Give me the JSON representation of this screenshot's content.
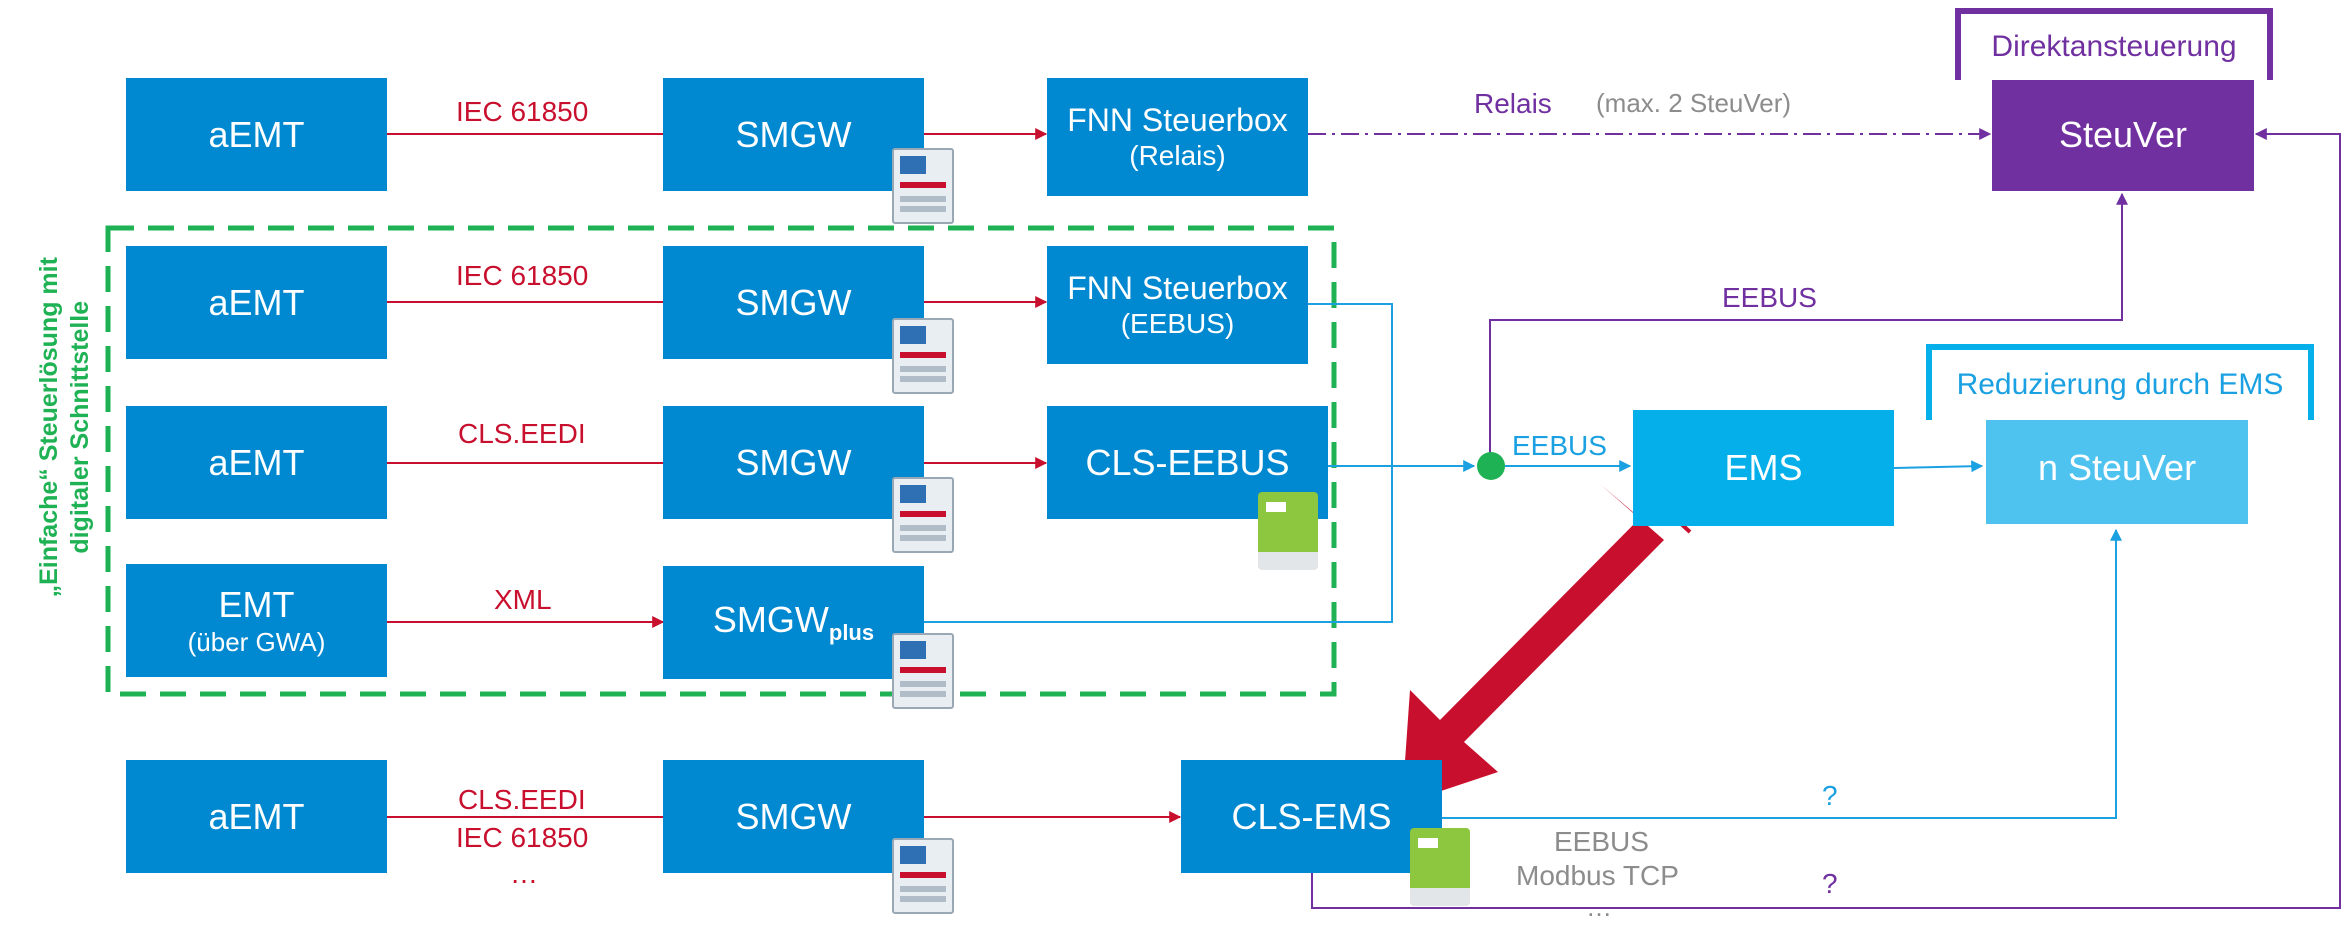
{
  "boxes": {
    "aemt_1": "aEMT",
    "aemt_2": "aEMT",
    "aemt_3": "aEMT",
    "emt_4_line1": "EMT",
    "emt_4_line2": "(über GWA)",
    "aemt_5": "aEMT",
    "smgw_1": "SMGW",
    "smgw_2": "SMGW",
    "smgw_3": "SMGW",
    "smgw_4_main": "SMGW",
    "smgw_4_sub": "plus",
    "smgw_5": "SMGW",
    "fnn_relais_line1": "FNN Steuerbox",
    "fnn_relais_line2": "(Relais)",
    "fnn_eebus_line1": "FNN Steuerbox",
    "fnn_eebus_line2": "(EEBUS)",
    "cls_eebus": "CLS-EEBUS",
    "cls_ems": "CLS-EMS",
    "ems": "EMS",
    "steuver": "SteuVer",
    "n_steuver": "n SteuVer"
  },
  "frames": {
    "direktansteuerung": "Direktansteuerung",
    "reduzierung": "Reduzierung durch EMS"
  },
  "labels": {
    "iec_1": "IEC 61850",
    "iec_2": "IEC 61850",
    "cls_eedi_3": "CLS.EEDI",
    "xml_4": "XML",
    "cls_eedi_5": "CLS.EEDI",
    "iec_5": "IEC 61850",
    "ellipsis_5": "…",
    "relais": "Relais",
    "max_steuver": "(max. 2 SteuVer)",
    "eebus_top": "EEBUS",
    "eebus_ems": "EEBUS",
    "q_cyan": "?",
    "q_violet": "?",
    "cls_ems_eebus": "EEBUS",
    "cls_ems_modbus": "Modbus TCP",
    "cls_ems_ellipsis": "…"
  },
  "side_note": {
    "line1": "„Einfache“ Steuerlösung mit",
    "line2": "digitaler Schnittstelle"
  },
  "colors": {
    "blue_box": "#0088d0",
    "ems_cyan": "#05b0ea",
    "light_cyan": "#4fc3f0",
    "purple": "#7030a0",
    "red": "#c8102e",
    "green": "#1fb254",
    "grey": "#8c8c8c"
  }
}
